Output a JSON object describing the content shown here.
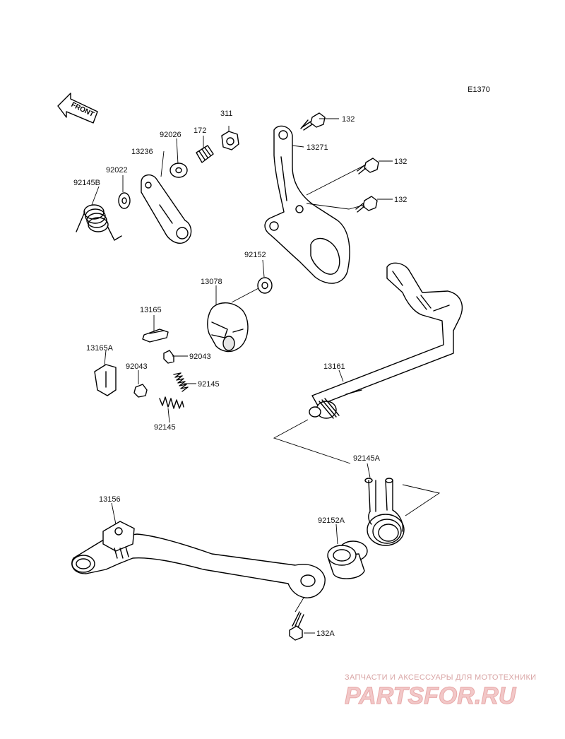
{
  "diagram_code": "E1370",
  "front_arrow_label": "FRONT",
  "callouts": {
    "c132_a": "132",
    "c132_b": "132",
    "c132_c": "132",
    "c132A": "132A",
    "c13271": "13271",
    "c311": "311",
    "c172": "172",
    "c92026": "92026",
    "c13236": "13236",
    "c92022": "92022",
    "c92145B": "92145B",
    "c92152": "92152",
    "c13078": "13078",
    "c13165": "13165",
    "c13165A": "13165A",
    "c92043_a": "92043",
    "c92043_b": "92043",
    "c92145_a": "92145",
    "c92145_b": "92145",
    "c13161": "13161",
    "c92145A": "92145A",
    "c92152A": "92152A",
    "c13156": "13156"
  },
  "watermark": {
    "caption": "ЗАПЧАСТИ И АКСЕССУАРЫ ДЛЯ МОТОТЕХНИКИ",
    "logo": "PARTSFOR.RU"
  }
}
